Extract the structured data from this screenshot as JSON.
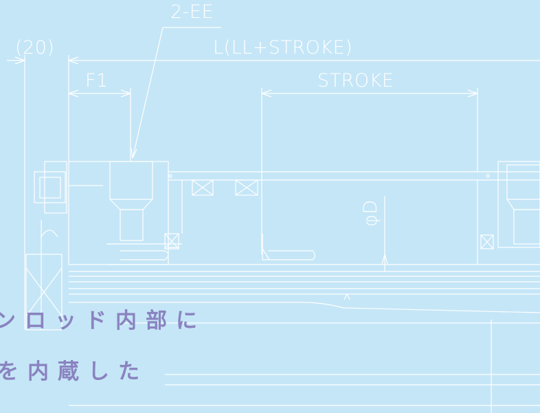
{
  "dimensions": {
    "ports": "2-EE",
    "offset": "(20)",
    "overall_length": "L(LL+STROKE)",
    "flange": "F1",
    "stroke": "STROKE",
    "bore": "φD"
  },
  "caption": {
    "line1": "ンロッド内部に",
    "line2": "を内蔵した"
  },
  "colors": {
    "background": "#c5e6f7",
    "line": "#ffffff",
    "caption": "#8a83c0"
  }
}
